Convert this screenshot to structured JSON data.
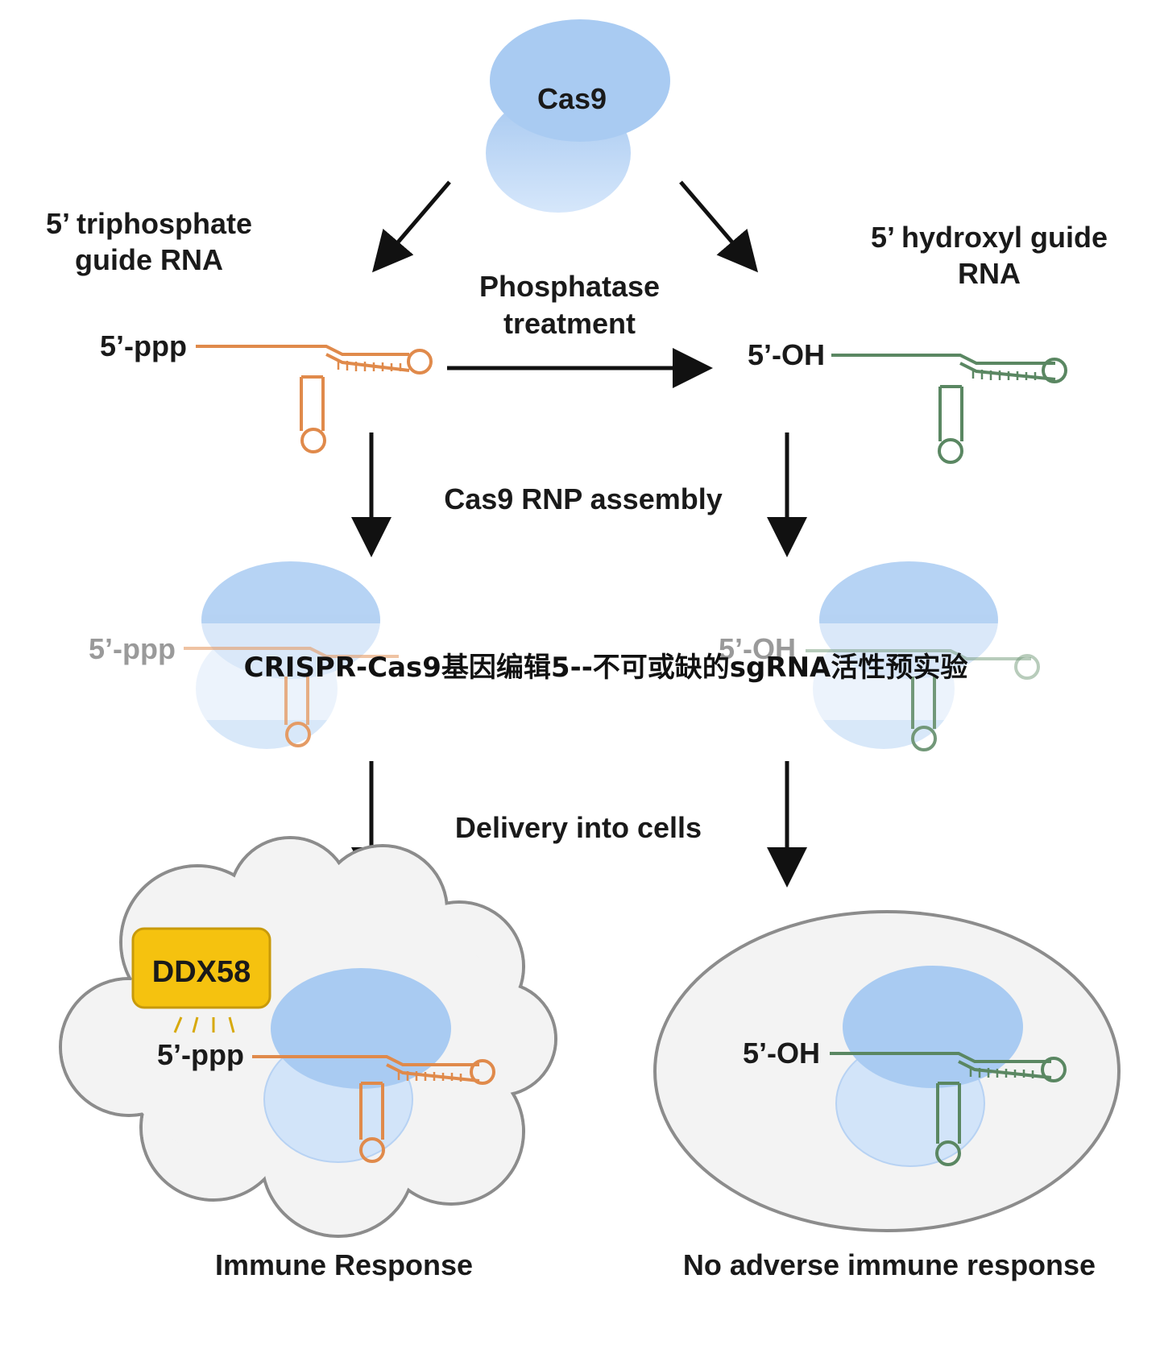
{
  "cas9_label": "Cas9",
  "left_guide_label_line1": "5’ triphosphate",
  "left_guide_label_line2": "guide RNA",
  "right_guide_label_line1": "5’ hydroxyl guide",
  "right_guide_label_line2": "RNA",
  "phosphatase_line1": "Phosphatase",
  "phosphatase_line2": "treatment",
  "left_end_label": "5’-ppp",
  "right_end_label": "5’-OH",
  "rnp_step_label": "Cas9 RNP assembly",
  "delivery_step_label": "Delivery into cells",
  "ddx58_label": "DDX58",
  "left_outcome": "Immune Response",
  "right_outcome": "No adverse immune response",
  "watermark_text": "CRISPR-Cas9基因编辑5--不可或缺的sgRNA活性预实验",
  "colors": {
    "cas9_blue": "#a9cbf2",
    "triphosphate_rna": "#e08a4b",
    "hydroxyl_rna": "#5a8762",
    "ddx58_fill": "#f5c20f",
    "cell_fill": "#f3f3f3",
    "cell_outline": "#8c8c8c"
  }
}
